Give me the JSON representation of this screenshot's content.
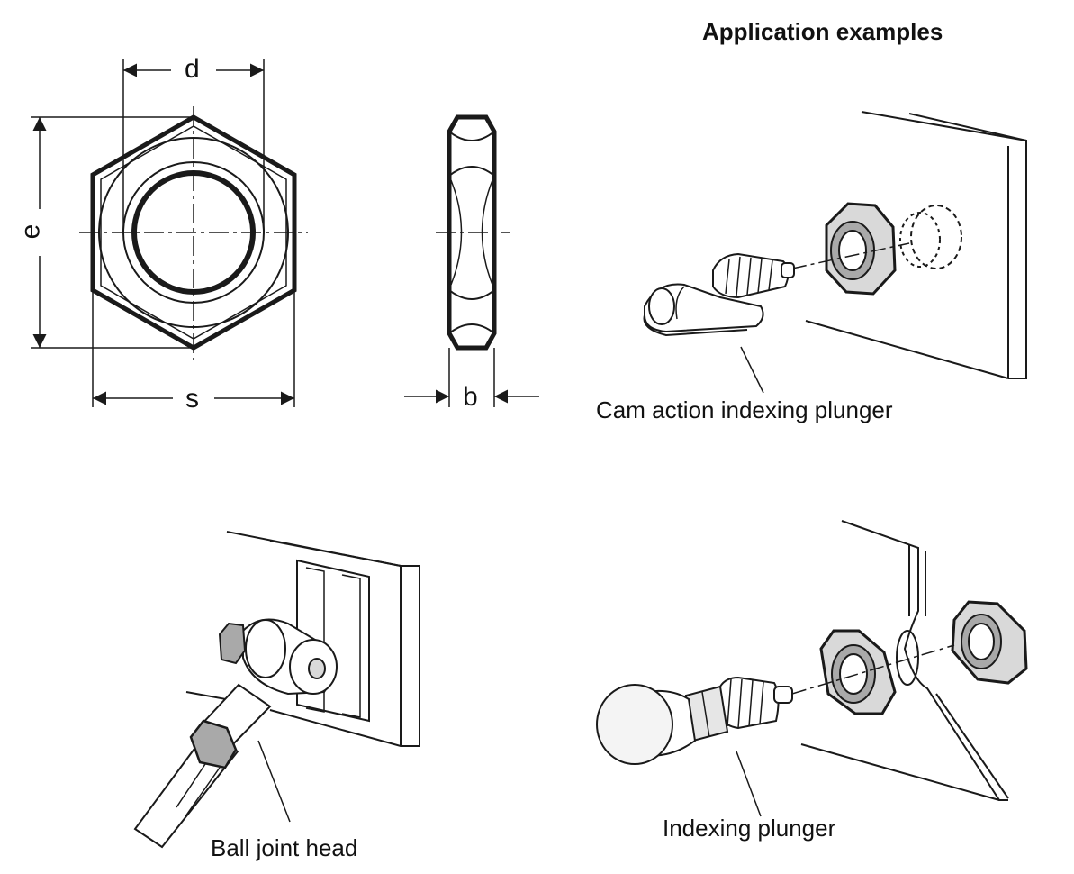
{
  "title": "Application examples",
  "dimensions": {
    "d": "d",
    "e": "e",
    "s": "s",
    "b": "b"
  },
  "captions": {
    "cam": "Cam action indexing plunger",
    "ball": "Ball joint head",
    "indexing": "Indexing plunger"
  },
  "colors": {
    "line": "#1a1a1a",
    "metal": "#d9d9d9",
    "metal_dark": "#a9a9a9",
    "paper": "#ffffff"
  }
}
